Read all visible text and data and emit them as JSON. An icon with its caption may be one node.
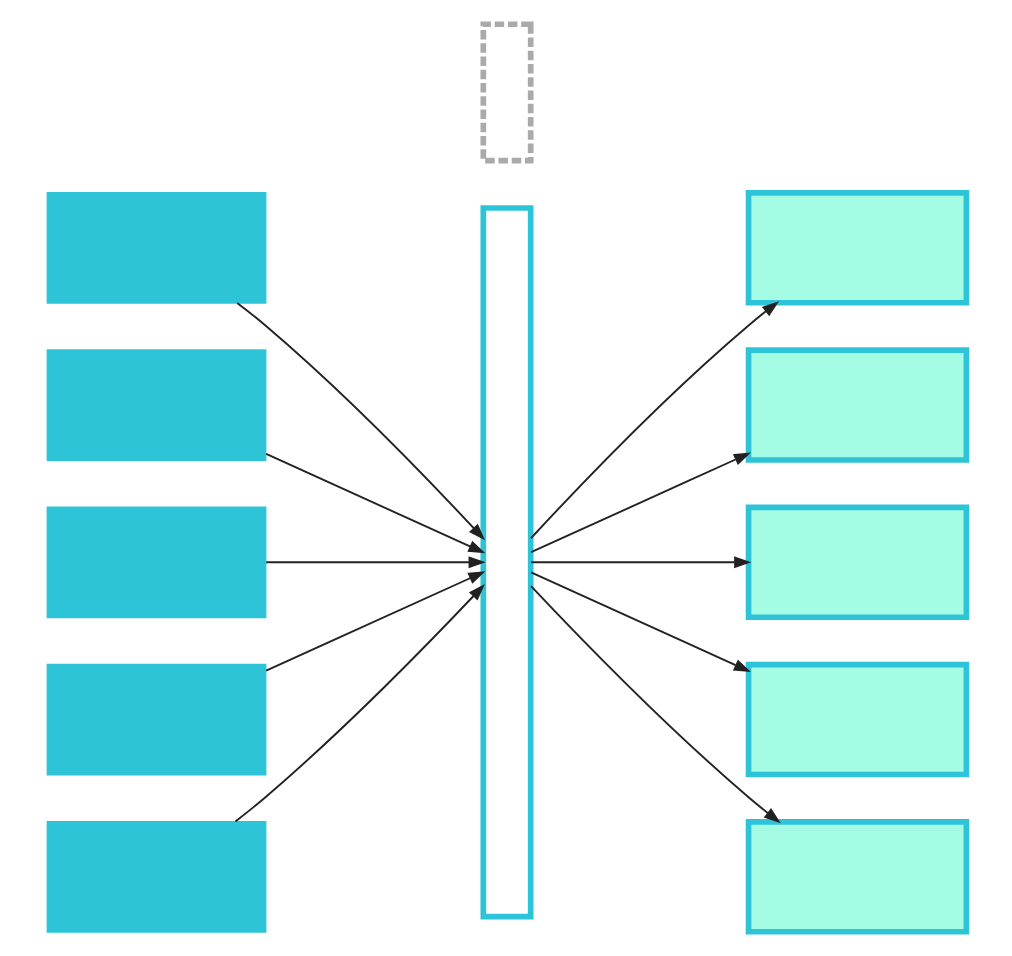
{
  "diagram": {
    "nodes": [
      {
        "text": [],
        "shape": "box"
      },
      {
        "text": [],
        "shape": "box"
      },
      {
        "text": [],
        "shape": "box"
      },
      {
        "text": [],
        "shape": "box"
      },
      {
        "text": [],
        "shape": "box"
      },
      {
        "text": [],
        "shape": "bar"
      },
      {
        "text": [],
        "shape": "box"
      },
      {
        "text": [],
        "shape": "box"
      },
      {
        "text": [],
        "shape": "box"
      },
      {
        "text": [],
        "shape": "box"
      },
      {
        "text": [],
        "shape": "box"
      },
      {
        "text": [],
        "shape": "box"
      }
    ],
    "edges": [
      {
        "from": 0,
        "to": 5,
        "arrow": "to"
      },
      {
        "from": 1,
        "to": 5,
        "arrow": "to"
      },
      {
        "from": 2,
        "to": 5,
        "arrow": "to"
      },
      {
        "from": 3,
        "to": 5,
        "arrow": "to"
      },
      {
        "from": 4,
        "to": 5,
        "arrow": "to"
      },
      {
        "from": 5,
        "to": 7,
        "arrow": "to"
      },
      {
        "from": 5,
        "to": 8,
        "arrow": "to"
      },
      {
        "from": 5,
        "to": 9,
        "arrow": "to"
      },
      {
        "from": 5,
        "to": 10,
        "arrow": "to"
      },
      {
        "from": 5,
        "to": 11,
        "arrow": "to"
      }
    ]
  }
}
